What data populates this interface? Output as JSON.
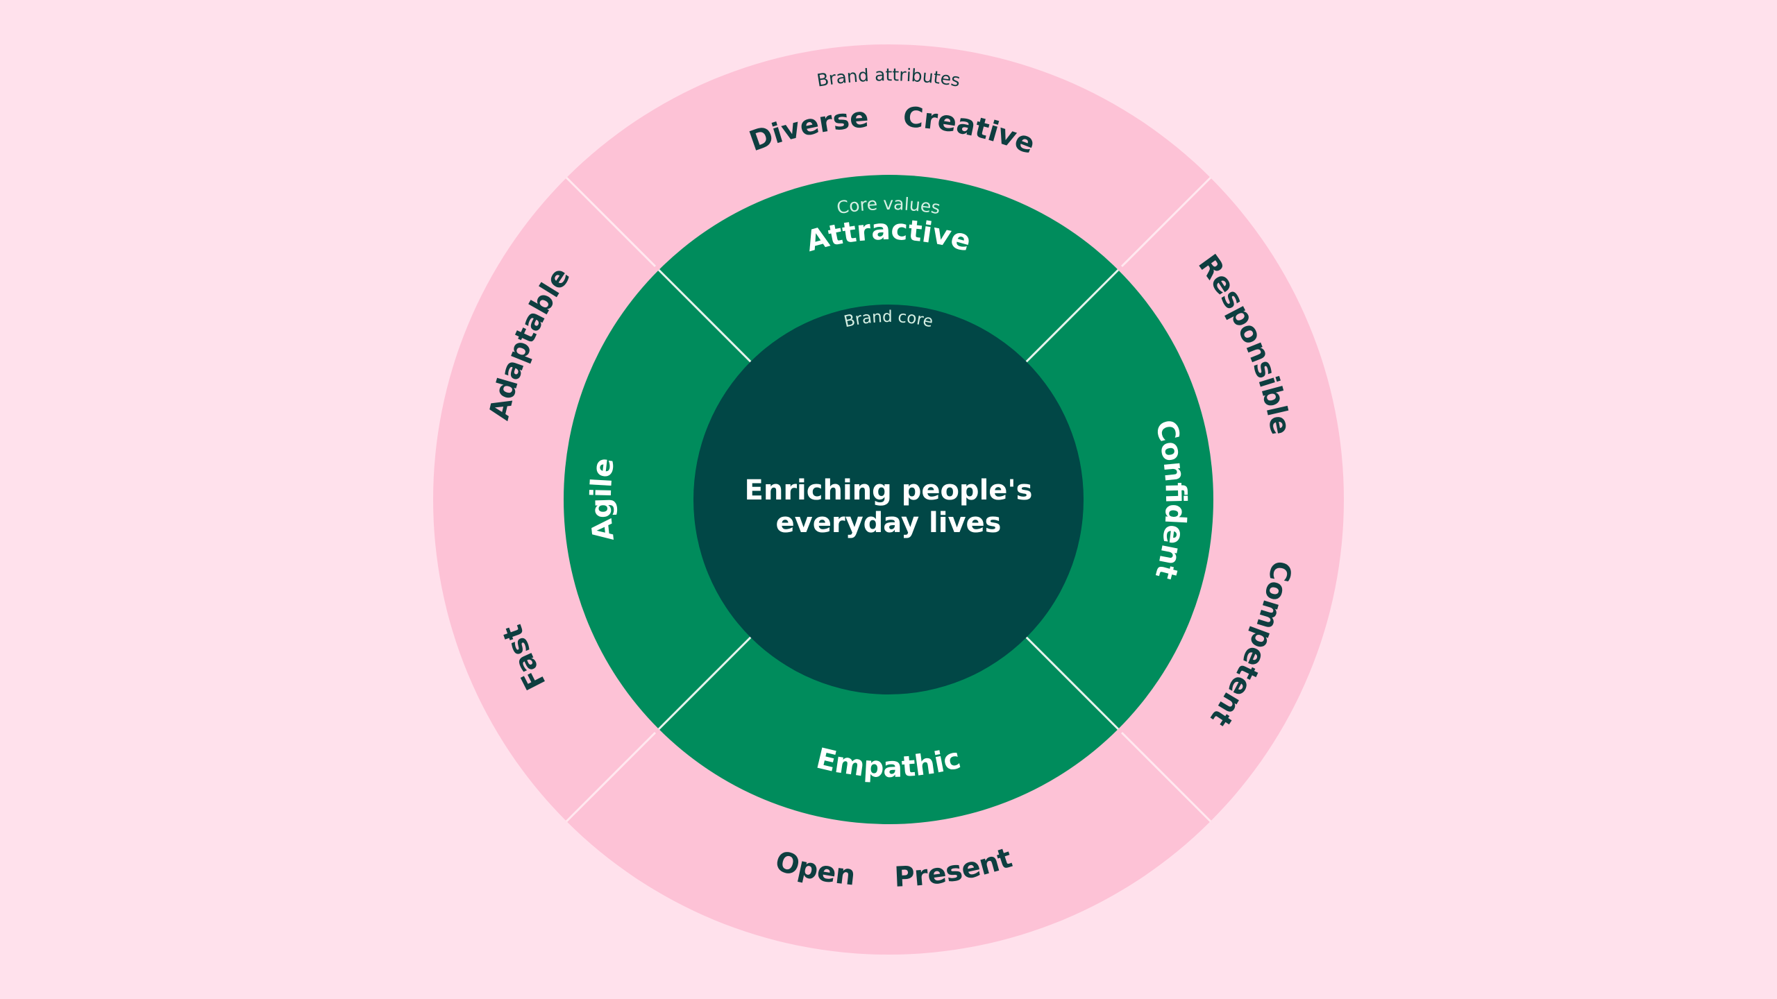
{
  "diagram": {
    "colors": {
      "background": "#FFE1EC",
      "outer_ring": "#FDC2D6",
      "middle_ring": "#008C5C",
      "core": "#014746",
      "divider_outer": "#FFE8EF",
      "divider_middle": "#E8F4EE",
      "text_dark": "#0E3E40",
      "text_light": "#FFFFFF",
      "text_light_muted": "#D6EFE3"
    },
    "brand_attributes": {
      "label": "Brand attributes",
      "top": [
        "Diverse",
        "Creative"
      ],
      "right": [
        "Responsible",
        "Competent"
      ],
      "bottom": [
        "Open",
        "Present"
      ],
      "left": [
        "Adaptable",
        "Fast"
      ]
    },
    "core_values": {
      "label": "Core values",
      "top": "Attractive",
      "right": "Confident",
      "bottom": "Empathic",
      "left": "Agile"
    },
    "brand_core": {
      "label": "Brand core",
      "line1": "Enriching people's",
      "line2": "everyday lives"
    }
  }
}
